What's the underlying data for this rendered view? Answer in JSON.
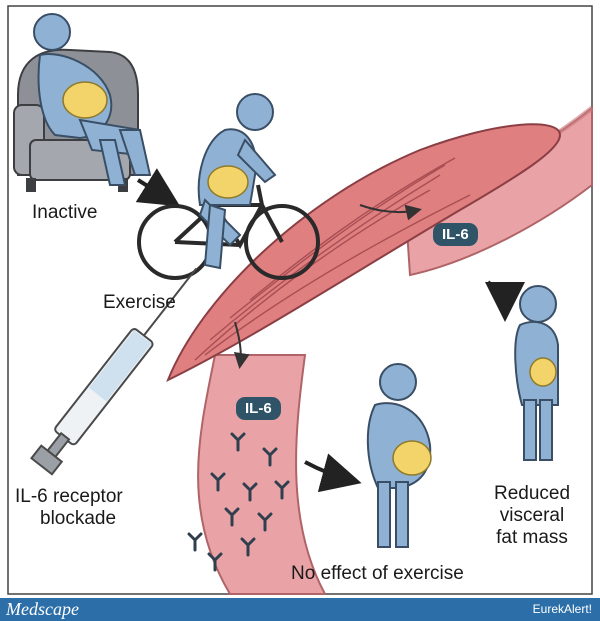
{
  "labels": {
    "inactive": "Inactive",
    "exercise": "Exercise",
    "il6_top": "IL-6",
    "il6_bottom": "IL-6",
    "blockade_line1": "IL-6 receptor",
    "blockade_line2": "blockade",
    "reduced_line1": "Reduced",
    "reduced_line2": "visceral",
    "reduced_line3": "fat mass",
    "no_effect": "No effect of exercise"
  },
  "footer": {
    "brand": "Medscape",
    "credit": "EurekAlert!"
  },
  "colors": {
    "skin": "#8fb2d4",
    "fat": "#f3d46a",
    "vessel": "#e9a3a7",
    "muscle": "#df7f80",
    "badge": "#2f5468",
    "footer": "#2b6ea8"
  }
}
